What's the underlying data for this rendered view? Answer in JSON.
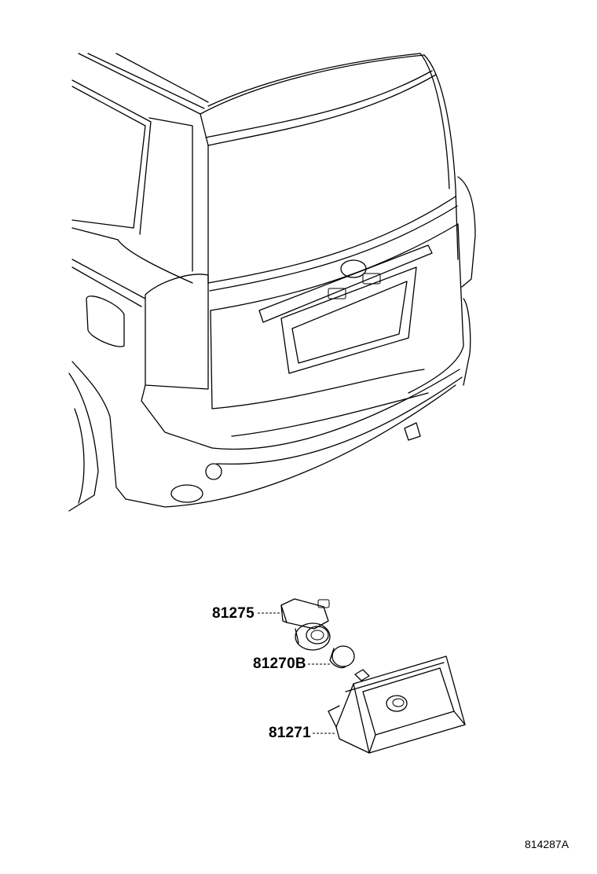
{
  "diagram": {
    "parts": [
      {
        "number": "81275"
      },
      {
        "number": "81270B"
      },
      {
        "number": "81271"
      }
    ],
    "figure_id": "814287A"
  }
}
